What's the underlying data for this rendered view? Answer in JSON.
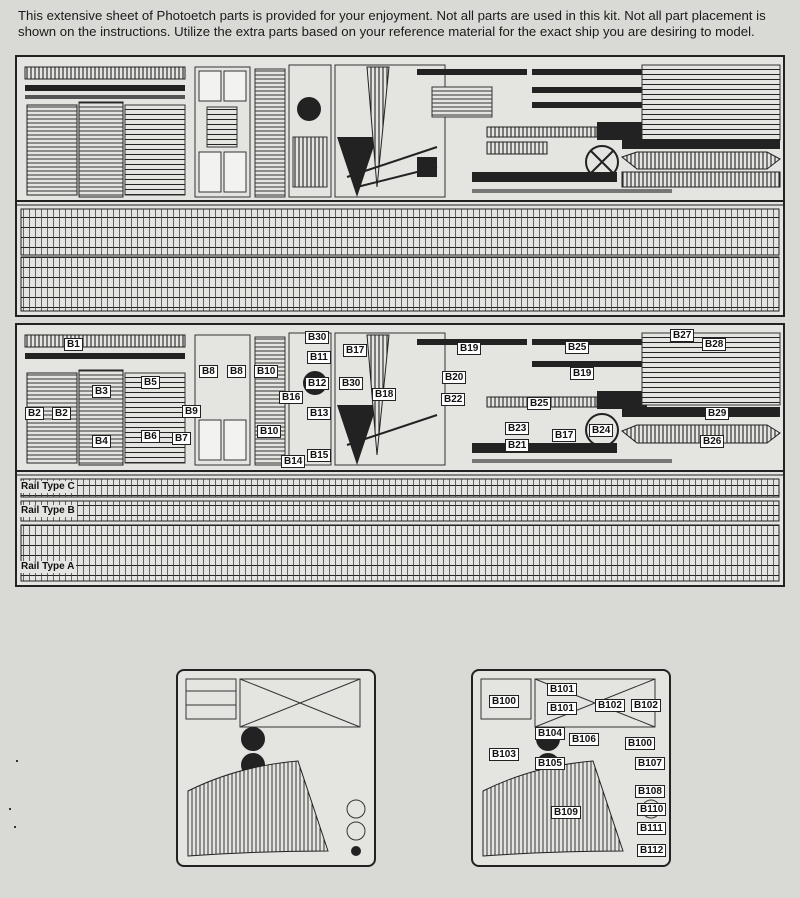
{
  "intro_text": "This extensive sheet of Photoetch parts is provided for your enjoyment. Not all parts are used in this kit. Not all part placement is shown on the instructions. Utilize the extra parts based on your reference material for the exact ship you are desiring to model.",
  "sheet_b_labels": [
    "B1",
    "B2",
    "B2",
    "B3",
    "B4",
    "B5",
    "B6",
    "B7",
    "B8",
    "B8",
    "B9",
    "B10",
    "B10",
    "B11",
    "B12",
    "B13",
    "B14",
    "B15",
    "B16",
    "B17",
    "B17",
    "B18",
    "B19",
    "B19",
    "B20",
    "B21",
    "B22",
    "B23",
    "B24",
    "B25",
    "B25",
    "B26",
    "B27",
    "B28",
    "B29",
    "B30",
    "B30"
  ],
  "rail_labels": {
    "c": "Rail Type C",
    "b": "Rail Type B",
    "a": "Rail Type A"
  },
  "small_sheet_labels": [
    "B100",
    "B100",
    "B101",
    "B101",
    "B102",
    "B102",
    "B103",
    "B104",
    "B105",
    "B106",
    "B107",
    "B108",
    "B109",
    "B110",
    "B111",
    "B112"
  ]
}
